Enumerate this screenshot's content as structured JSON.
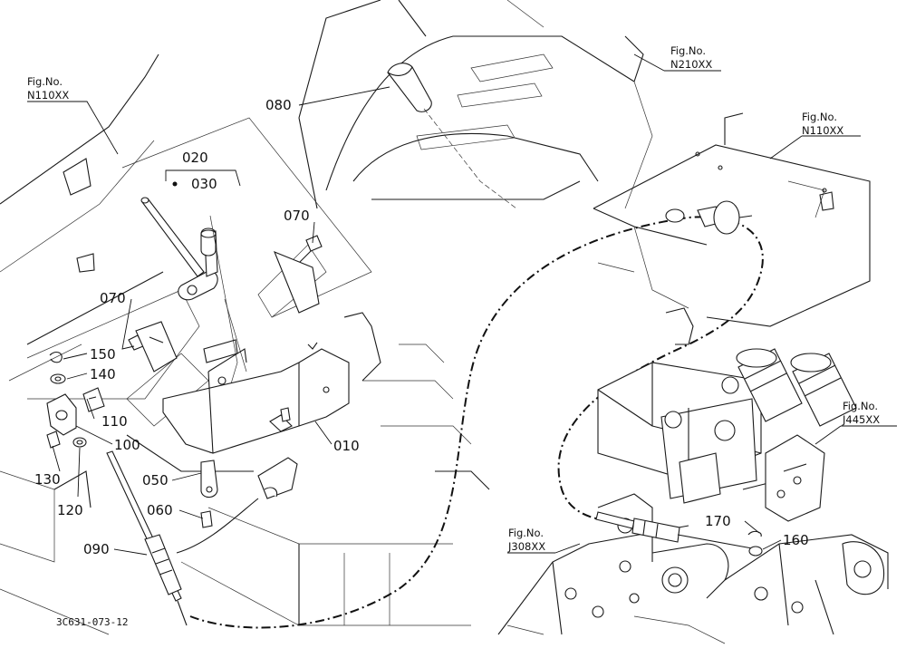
{
  "parts": {
    "p010": "010",
    "p020": "020",
    "p030": "030",
    "p050": "050",
    "p060": "060",
    "p070a": "070",
    "p070b": "070",
    "p080": "080",
    "p090": "090",
    "p100": "100",
    "p110": "110",
    "p120": "120",
    "p130": "130",
    "p140": "140",
    "p150": "150",
    "p160": "160",
    "p170": "170"
  },
  "figure_refs": {
    "fig_label": "Fig.No.",
    "ref1": "N110XX",
    "ref2": "N210XX",
    "ref3": "N110XX",
    "ref4": "J445XX",
    "ref5": "J308XX"
  },
  "drawing_code": "3C631-073-12"
}
